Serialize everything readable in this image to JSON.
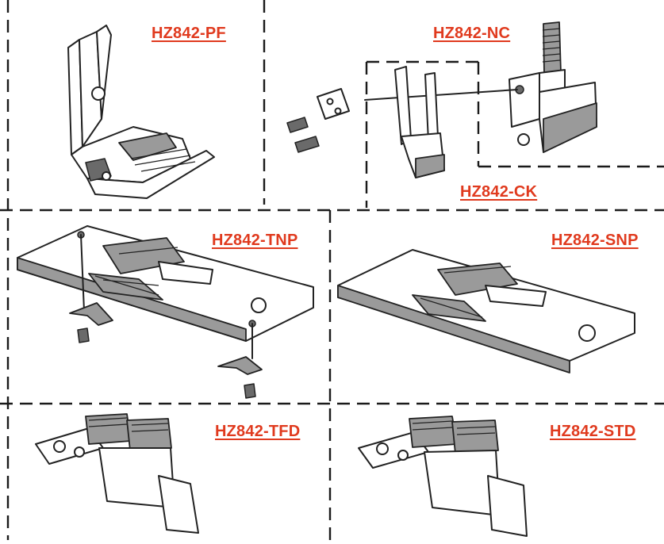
{
  "labels": {
    "pf": "HZ842-PF",
    "nc": "HZ842-NC",
    "ck": "HZ842-CK",
    "tnp": "HZ842-TNP",
    "snp": "HZ842-SNP",
    "tfd": "HZ842-TFD",
    "std": "HZ842-STD"
  },
  "colors": {
    "label_red": "#e03a1e",
    "line_ink": "#1a1a1a",
    "shade": "#9a9a9a"
  }
}
